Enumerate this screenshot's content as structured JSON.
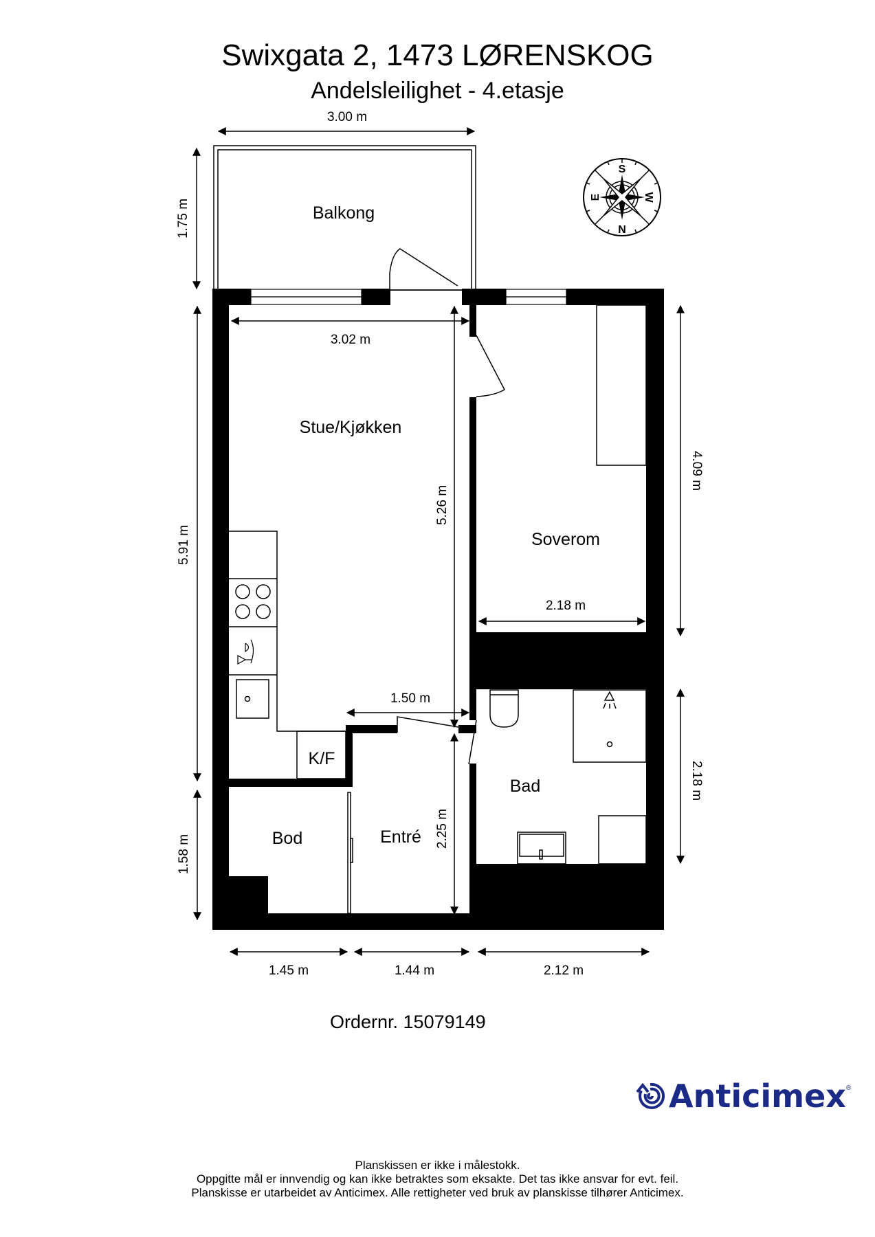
{
  "header": {
    "title": "Swixgata 2, 1473 LØRENSKOG",
    "subtitle": "Andelsleilighet  - 4.etasje"
  },
  "rooms": {
    "balkong": "Balkong",
    "stue_kjokken": "Stue/Kjøkken",
    "soverom": "Soverom",
    "bad": "Bad",
    "bod": "Bod",
    "entre": "Entré",
    "kf": "K/F"
  },
  "dimensions": {
    "balkong_width": "3.00 m",
    "balkong_depth": "1.75 m",
    "stue_width": "3.02 m",
    "stue_length": "5.26 m",
    "left_total": "5.91 m",
    "left_bod": "1.58 m",
    "soverom_length": "4.09 m",
    "soverom_width": "2.18 m",
    "bad_length": "2.18 m",
    "entre_width_top": "1.50 m",
    "entre_length": "2.25 m",
    "bottom_bod": "1.45 m",
    "bottom_entre": "1.44 m",
    "bottom_bad": "2.12 m"
  },
  "compass": {
    "north": "N",
    "south": "S",
    "east": "E",
    "west": "W"
  },
  "order_number": "Ordernr. 15079149",
  "logo": {
    "name": "Anticimex",
    "reg": "®",
    "color": "#1b2a86"
  },
  "footer": {
    "line1": "Planskissen er ikke i målestokk.",
    "line2": "Oppgitte mål er innvendig og kan ikke betraktes som eksakte. Det tas ikke ansvar for evt. feil.",
    "line3": "Planskisse er utarbeidet av Anticimex. Alle rettigheter ved bruk av planskisse tilhører Anticimex."
  }
}
